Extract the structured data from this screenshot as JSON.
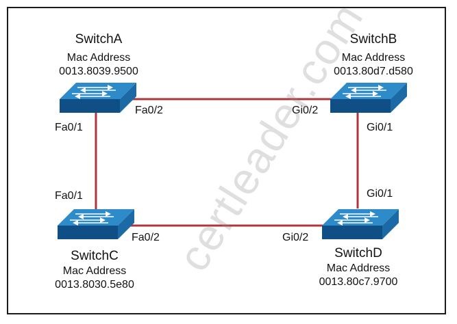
{
  "switches": {
    "a": {
      "name": "SwitchA",
      "mac_label": "Mac Address",
      "mac": "0013.8039.9500"
    },
    "b": {
      "name": "SwitchB",
      "mac_label": "Mac Address",
      "mac": "0013.80d7.d580"
    },
    "c": {
      "name": "SwitchC",
      "mac_label": "Mac Address",
      "mac": "0013.8030.5e80"
    },
    "d": {
      "name": "SwitchD",
      "mac_label": "Mac Address",
      "mac": "0013.80c7.9700"
    }
  },
  "ports": {
    "a_right": "Fa0/2",
    "a_down": "Fa0/1",
    "b_left": "Gi0/2",
    "b_down": "Gi0/1",
    "c_up": "Fa0/1",
    "c_right": "Fa0/2",
    "d_left": "Gi0/2",
    "d_up": "Gi0/1"
  },
  "watermark": "certleader.com",
  "colors": {
    "link": "#b0343c",
    "switch_top": "#2e8bc9",
    "switch_side": "#1c6aa5",
    "switch_front": "#0f4f85",
    "arrow": "#ffffff"
  }
}
